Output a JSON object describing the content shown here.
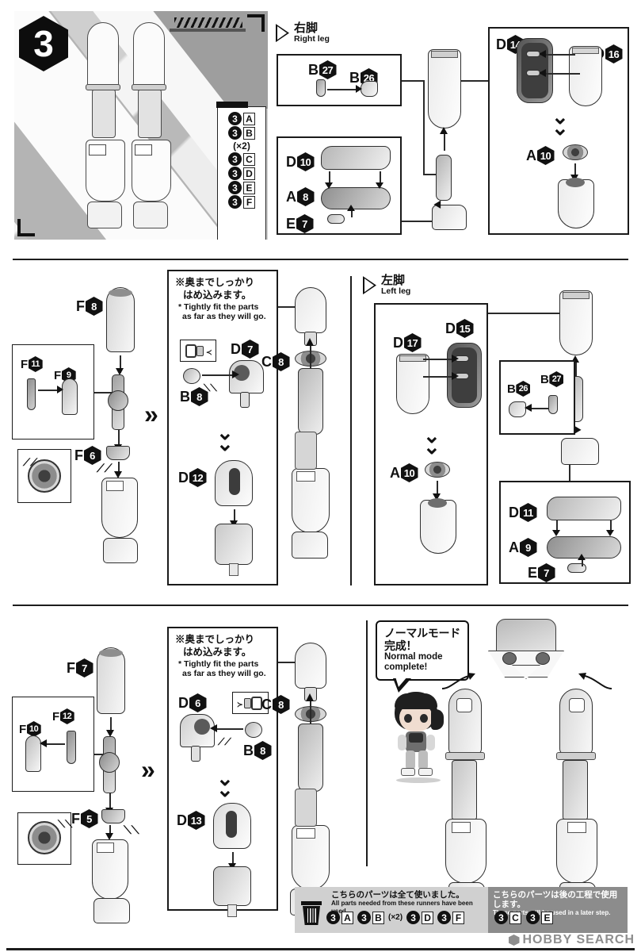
{
  "document": {
    "type": "model-kit-instruction-manual",
    "step_number": "3",
    "watermark": "HOBBY SEARCH"
  },
  "section_top": {
    "step_badge": "3",
    "parts_list": {
      "items": [
        {
          "runner": "3",
          "letter": "A",
          "qty": ""
        },
        {
          "runner": "3",
          "letter": "B",
          "qty": "(×2)"
        },
        {
          "runner": "3",
          "letter": "C",
          "qty": ""
        },
        {
          "runner": "3",
          "letter": "D",
          "qty": ""
        },
        {
          "runner": "3",
          "letter": "E",
          "qty": ""
        },
        {
          "runner": "3",
          "letter": "F",
          "qty": ""
        }
      ]
    },
    "heading": {
      "jp": "右脚",
      "en": "Right leg"
    },
    "subassembly_b": {
      "part_from": {
        "runner": "B",
        "num": "27"
      },
      "part_to": {
        "runner": "B",
        "num": "26"
      }
    },
    "subassembly_d": {
      "part_top": {
        "runner": "D",
        "num": "10"
      },
      "part_mid": {
        "runner": "A",
        "num": "8"
      },
      "part_small": {
        "runner": "E",
        "num": "7"
      }
    },
    "subassembly_right": {
      "part_left": {
        "runner": "D",
        "num": "14"
      },
      "part_right": {
        "runner": "D",
        "num": "16"
      },
      "part_ring": {
        "runner": "A",
        "num": "10"
      }
    }
  },
  "section_middle": {
    "left_flow": {
      "part_thigh": {
        "runner": "F",
        "num": "8"
      },
      "joint_box": {
        "part_from": {
          "runner": "F",
          "num": "11"
        },
        "part_to": {
          "runner": "F",
          "num": "9"
        }
      },
      "part_clip": {
        "runner": "F",
        "num": "6"
      }
    },
    "note": {
      "jp_line1": "※奥までしっかり",
      "jp_line2": "はめ込みます。",
      "en_line1": "* Tightly fit the parts",
      "en_line2": "as far as they will go."
    },
    "note_parts": {
      "part_socket": {
        "runner": "D",
        "num": "7"
      },
      "part_ball": {
        "runner": "B",
        "num": "8"
      },
      "part_cover": {
        "runner": "D",
        "num": "12"
      }
    },
    "part_disc": {
      "runner": "C",
      "num": "8"
    },
    "heading": {
      "jp": "左脚",
      "en": "Left leg"
    },
    "left_leg_box": {
      "part_left": {
        "runner": "D",
        "num": "17"
      },
      "part_right": {
        "runner": "D",
        "num": "15"
      },
      "part_ring": {
        "runner": "A",
        "num": "10"
      }
    },
    "b_box": {
      "part_to": {
        "runner": "B",
        "num": "26"
      },
      "part_from": {
        "runner": "B",
        "num": "27"
      }
    },
    "d_box": {
      "part_top": {
        "runner": "D",
        "num": "11"
      },
      "part_mid": {
        "runner": "A",
        "num": "9"
      },
      "part_small": {
        "runner": "E",
        "num": "7"
      }
    }
  },
  "section_bottom": {
    "left_flow": {
      "part_thigh": {
        "runner": "F",
        "num": "7"
      },
      "joint_box": {
        "part_to": {
          "runner": "F",
          "num": "10"
        },
        "part_from": {
          "runner": "F",
          "num": "12"
        }
      },
      "part_clip": {
        "runner": "F",
        "num": "5"
      }
    },
    "note": {
      "jp_line1": "※奥までしっかり",
      "jp_line2": "はめ込みます。",
      "en_line1": "* Tightly fit the parts",
      "en_line2": "as far as they will go."
    },
    "note_parts": {
      "part_socket": {
        "runner": "D",
        "num": "6"
      },
      "part_ball": {
        "runner": "B",
        "num": "8"
      },
      "part_cover": {
        "runner": "D",
        "num": "13"
      }
    },
    "part_disc": {
      "runner": "C",
      "num": "8"
    },
    "completion": {
      "jp_line1": "ノーマルモード",
      "jp_line2": "完成！",
      "en_line1": "Normal mode",
      "en_line2": "complete!"
    }
  },
  "footer": {
    "used_panel": {
      "jp": "こちらのパーツは全て使いました。",
      "en": "All parts needed from these runners have been used.",
      "badges": [
        {
          "runner": "3",
          "letter": "A",
          "qty": ""
        },
        {
          "runner": "3",
          "letter": "B",
          "qty": "(×2)"
        },
        {
          "runner": "3",
          "letter": "D",
          "qty": ""
        },
        {
          "runner": "3",
          "letter": "F",
          "qty": ""
        }
      ]
    },
    "later_panel": {
      "jp": "こちらのパーツは後の工程で使用します。",
      "en": "These parts will be used in a later step.",
      "badges": [
        {
          "runner": "3",
          "letter": "C",
          "qty": ""
        },
        {
          "runner": "3",
          "letter": "E",
          "qty": ""
        }
      ]
    }
  },
  "colors": {
    "ink": "#111111",
    "panel_light": "#d0d0d0",
    "panel_dark": "#8c8c8c",
    "watermark": "#8e8e8e"
  }
}
